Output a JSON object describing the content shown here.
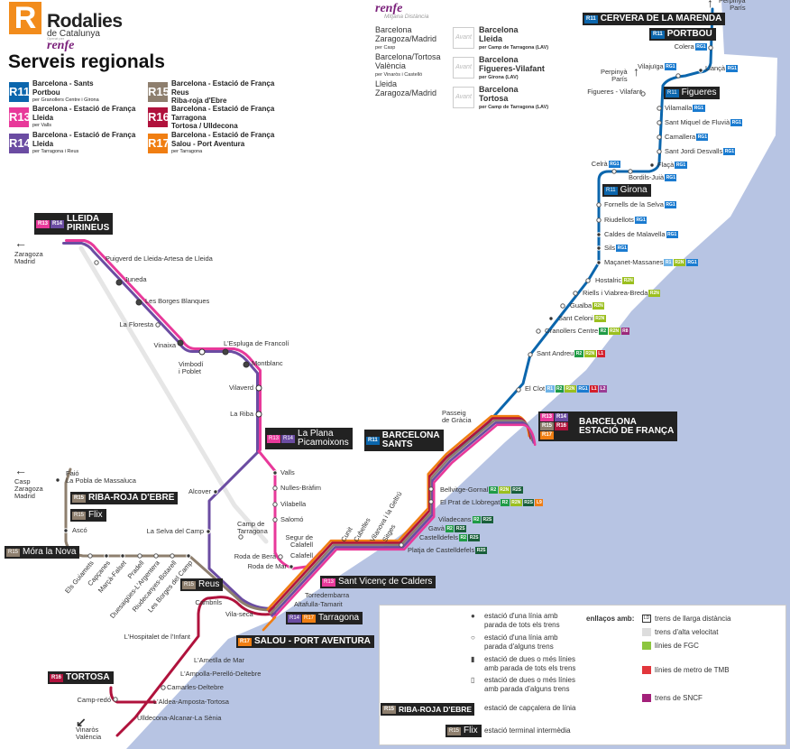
{
  "header": {
    "logo_letter": "R",
    "brand": "Rodalies",
    "brand_sub": "de Catalunya",
    "operated_by": "Operat per",
    "renfe": "renfe",
    "title": "Serveis regionals"
  },
  "line_colors": {
    "R11": "#0b66ad",
    "R13": "#e8399a",
    "R14": "#6b4ca2",
    "R15": "#8e7f6e",
    "R16": "#b0123c",
    "R17": "#f07e12"
  },
  "services": [
    {
      "code": "R11",
      "l1": "Barcelona - Sants",
      "l2": "Portbou",
      "via": "per Granollers Centre i Girona"
    },
    {
      "code": "R13",
      "l1": "Barcelona - Estació de França",
      "l2": "Lleida",
      "via": "per Valls"
    },
    {
      "code": "R14",
      "l1": "Barcelona - Estació de França",
      "l2": "Lleida",
      "via": "per Tarragona i Reus"
    },
    {
      "code": "R15",
      "l1": "Barcelona - Estació de França",
      "l2": "Reus",
      "via": "Riba-roja d'Ebre"
    },
    {
      "code": "R16",
      "l1": "Barcelona - Estació de França",
      "l2": "Tarragona",
      "via": "Tortosa / Ulldecona"
    },
    {
      "code": "R17",
      "l1": "Barcelona - Estació de França",
      "l2": "Salou - Port Aventura",
      "via": "per Tarragona"
    }
  ],
  "mitjana": {
    "brand": "renfe",
    "subtitle": "Mitjana Distància",
    "routes": [
      {
        "a": "Barcelona",
        "b": "Zaragoza/Madrid",
        "via": "per Casp"
      },
      {
        "a": "Barcelona/Tortosa",
        "b": "València",
        "via": "per Vinaròs i Castelló"
      },
      {
        "a": "Lleida",
        "b": "Zaragoza/Madrid",
        "via": ""
      }
    ],
    "avant_label": "Avant",
    "avant": [
      {
        "a": "Barcelona",
        "b": "Lleida",
        "via": "per Camp de Tarragona (LAV)"
      },
      {
        "a": "Barcelona",
        "b": "Figueres-Vilafant",
        "via": "per Girona (LAV)"
      },
      {
        "a": "Barcelona",
        "b": "Tortosa",
        "via": "per Camp de Tarragona (LAV)"
      }
    ]
  },
  "badge_colors": {
    "RG1": "#1a7bd0",
    "R1": "#6fb3e6",
    "R2": "#1f9b45",
    "R2N": "#9bbf1e",
    "R2S": "#195f3a",
    "R3": "#e2363c",
    "R4": "#f08a1e",
    "R8": "#9b2a7a",
    "RT1": "#2cc5c0",
    "RT2": "#e66fc4",
    "L1": "#d4202c",
    "L2": "#9b3d95",
    "L3": "#3aa83a",
    "L4": "#f5b800",
    "L5": "#2a7fc4",
    "L9": "#f07d12",
    "LD": "#ffffff",
    "AV": "#dddddd"
  },
  "stations": [
    {
      "name": "Colera",
      "badges": [
        "RG1"
      ]
    },
    {
      "name": "Vilajuïga",
      "badges": [
        "RG1"
      ]
    },
    {
      "name": "Llançà",
      "badges": [
        "RG1"
      ]
    },
    {
      "name": "Figueres - Vilafant",
      "badges": []
    },
    {
      "name": "Vilamalla",
      "badges": [
        "RG1"
      ]
    },
    {
      "name": "Sant Miquel de Fluvià",
      "badges": [
        "RG1"
      ]
    },
    {
      "name": "Camallera",
      "badges": [
        "RG1"
      ]
    },
    {
      "name": "Sant Jordi Desvalls",
      "badges": [
        "RG1"
      ]
    },
    {
      "name": "Flaçà",
      "badges": [
        "RG1"
      ]
    },
    {
      "name": "Celrà",
      "badges": [
        "RG1"
      ]
    },
    {
      "name": "Bordils-Juià",
      "badges": [
        "RG1"
      ]
    },
    {
      "name": "Fornells de la Selva",
      "badges": [
        "RG1"
      ]
    },
    {
      "name": "Riudellots",
      "badges": [
        "RG1"
      ]
    },
    {
      "name": "Caldes de Malavella",
      "badges": [
        "RG1"
      ]
    },
    {
      "name": "Sils",
      "badges": [
        "RG1"
      ]
    },
    {
      "name": "Maçanet-Massanes",
      "badges": [
        "R1",
        "R2N",
        "RG1"
      ]
    },
    {
      "name": "Hostalric",
      "badges": [
        "R2N"
      ]
    },
    {
      "name": "Riells i Viabrea-Breda",
      "badges": [
        "R2N"
      ]
    },
    {
      "name": "Gualba",
      "badges": [
        "R2N"
      ]
    },
    {
      "name": "Sant Celoni",
      "badges": [
        "R2N"
      ]
    },
    {
      "name": "Granollers Centre",
      "badges": [
        "R2",
        "R2N",
        "R8"
      ]
    },
    {
      "name": "Sant Andreu",
      "badges": [
        "R2",
        "R2N",
        "L1"
      ]
    },
    {
      "name": "El Clot",
      "badges": [
        "R1",
        "R2",
        "R2N",
        "RG1",
        "L1",
        "L2"
      ]
    },
    {
      "name": "Passeig\nde Gràcia",
      "badges": []
    },
    {
      "name": "Puigverd de Lleida-Artesa de Lleida",
      "badges": []
    },
    {
      "name": "Juneda",
      "badges": []
    },
    {
      "name": "Les Borges Blanques",
      "badges": []
    },
    {
      "name": "La Floresta",
      "badges": []
    },
    {
      "name": "Vinaixa",
      "badges": []
    },
    {
      "name": "Vimbodí\ni Poblet",
      "badges": []
    },
    {
      "name": "L'Espluga de Francolí",
      "badges": []
    },
    {
      "name": "Montblanc",
      "badges": []
    },
    {
      "name": "Vilaverd",
      "badges": []
    },
    {
      "name": "La Riba",
      "badges": []
    },
    {
      "name": "Valls",
      "badges": []
    },
    {
      "name": "Nulles-Bràfim",
      "badges": []
    },
    {
      "name": "Vilabella",
      "badges": []
    },
    {
      "name": "Salomó",
      "badges": []
    },
    {
      "name": "Roda de Berà",
      "badges": []
    },
    {
      "name": "Roda de Mar",
      "badges": []
    },
    {
      "name": "Camp de\nTarragona",
      "badges": []
    },
    {
      "name": "Alcover",
      "badges": []
    },
    {
      "name": "La Selva del Camp",
      "badges": []
    },
    {
      "name": "Faió\nLa Pobla de Massaluca",
      "badges": []
    },
    {
      "name": "Ascó",
      "badges": []
    },
    {
      "name": "Els Guiamets",
      "badges": []
    },
    {
      "name": "Capçanes",
      "badges": []
    },
    {
      "name": "Marçà-Falset",
      "badges": []
    },
    {
      "name": "Pradell",
      "badges": []
    },
    {
      "name": "Duesaigües-L'Argentera",
      "badges": []
    },
    {
      "name": "Riudecanyes-Botarell",
      "badges": []
    },
    {
      "name": "Les Borges del Camp",
      "badges": []
    },
    {
      "name": "Segur de\nCalafell",
      "badges": []
    },
    {
      "name": "Calafell",
      "badges": []
    },
    {
      "name": "Cunit",
      "badges": []
    },
    {
      "name": "Cubelles",
      "badges": []
    },
    {
      "name": "Vilanova i la Geltrú",
      "badges": []
    },
    {
      "name": "Sitges",
      "badges": []
    },
    {
      "name": "Torredembarra",
      "badges": []
    },
    {
      "name": "Altafulla-Tamarit",
      "badges": []
    },
    {
      "name": "Platja de Castelldefels",
      "badges": [
        "R2S"
      ]
    },
    {
      "name": "Castelldefels",
      "badges": [
        "R2",
        "R2S"
      ]
    },
    {
      "name": "Gavà",
      "badges": [
        "R2",
        "R2S"
      ]
    },
    {
      "name": "Viladecans",
      "badges": [
        "R2",
        "R2S"
      ]
    },
    {
      "name": "El Prat de Llobregat",
      "badges": [
        "R2",
        "R2N",
        "R2S",
        "L9"
      ]
    },
    {
      "name": "Bellvitge-Gornal",
      "badges": [
        "R2",
        "R2N",
        "R2S"
      ]
    },
    {
      "name": "Cambrils",
      "badges": []
    },
    {
      "name": "Vila-seca",
      "badges": []
    },
    {
      "name": "L'Hospitalet de l'Infant",
      "badges": []
    },
    {
      "name": "L'Ametlla de Mar",
      "badges": []
    },
    {
      "name": "L'Ampolla-Perelló-Deltebre",
      "badges": []
    },
    {
      "name": "Camarles-Deltebre",
      "badges": []
    },
    {
      "name": "L'Aldea-Amposta-Tortosa",
      "badges": []
    },
    {
      "name": "Camp-redó",
      "badges": []
    },
    {
      "name": "Ulldecona-Alcanar-La Sènia",
      "badges": []
    }
  ],
  "terminals": [
    {
      "lines": [
        "R11"
      ],
      "name": "CERVERA DE LA MARENDA"
    },
    {
      "lines": [
        "R11"
      ],
      "name": "PORTBOU"
    },
    {
      "lines": [
        "R11"
      ],
      "name": "Figueres"
    },
    {
      "lines": [
        "R11"
      ],
      "name": "Girona"
    },
    {
      "lines": [
        "R13",
        "R14"
      ],
      "name": "LLEIDA\nPIRINEUS"
    },
    {
      "lines": [
        "R13",
        "R14"
      ],
      "name": "La Plana\nPicamoixons"
    },
    {
      "lines": [
        "R11"
      ],
      "name": "BARCELONA\nSANTS"
    },
    {
      "lines": [
        "R13",
        "R14",
        "R15",
        "R16",
        "R17"
      ],
      "name": "BARCELONA\nESTACIÓ DE FRANÇA"
    },
    {
      "lines": [
        "R15"
      ],
      "name": "RIBA-ROJA D'EBRE"
    },
    {
      "lines": [
        "R15"
      ],
      "name": "Flix"
    },
    {
      "lines": [
        "R15"
      ],
      "name": "Móra la Nova"
    },
    {
      "lines": [
        "R15"
      ],
      "name": "Reus"
    },
    {
      "lines": [
        "R13"
      ],
      "name": "Sant Vicenç de Calders"
    },
    {
      "lines": [
        "R14",
        "R17"
      ],
      "name": "Tarragona"
    },
    {
      "lines": [
        "R17"
      ],
      "name": "SALOU - PORT AVENTURA"
    },
    {
      "lines": [
        "R16"
      ],
      "name": "TORTOSA"
    }
  ],
  "destinations": [
    "Perpinyà\nParís",
    "Perpinyà\nParís",
    "Zaragoza\nMadrid",
    "Casp\nZaragoza\nMadrid",
    "Vinaròs\nValència"
  ],
  "legend": {
    "items": [
      "estació d'una línia amb\nparada de tots els trens",
      "estació d'una línia amb\nparada d'alguns trens",
      "estació de dues o més línies\namb parada de tots els trens",
      "estació de dues o més línies\namb parada d'alguns trens",
      "estació de capçalera de línia",
      "estació terminal intermèdia"
    ],
    "head_example": {
      "line": "R15",
      "name": "RIBA-ROJA D'EBRE"
    },
    "mid_example": {
      "line": "R15",
      "name": "Flix"
    },
    "links_title": "enllaços amb:",
    "links": [
      "trens de llarga distància",
      "trens d'alta velocitat",
      "línies de FGC",
      "línies de metro de TMB",
      "trens de SNCF"
    ],
    "ld": "LD"
  }
}
